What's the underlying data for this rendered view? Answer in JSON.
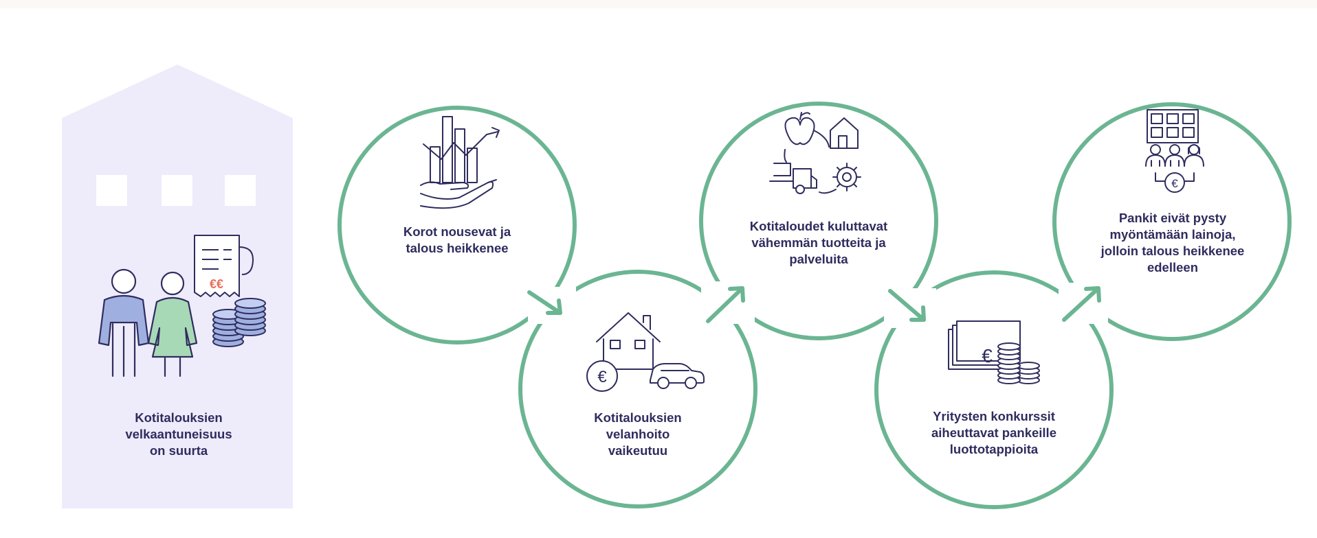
{
  "house": {
    "caption": "Kotitalouksien\nvelkaantuneisuus\non suurta",
    "receipt_symbol": "€€",
    "icons": [
      "house-shape",
      "people-icon",
      "receipt-icon",
      "coins-icon"
    ]
  },
  "steps": [
    {
      "caption": "Korot nousevat ja\ntalous heikkenee",
      "icon": "rising-chart-hand-icon"
    },
    {
      "caption": "Kotitalouksien\nvelanhoito\nvaikeutuu",
      "icon": "house-car-euro-icon",
      "symbol": "€"
    },
    {
      "caption": "Kotitaloudet kuluttavat\nvähemmän tuotteita ja\npalveluita",
      "icon": "consumption-cycle-icon"
    },
    {
      "caption": "Yritysten konkurssit\naiheuttavat pankeille\nluottotappioita",
      "icon": "banknotes-coins-icon",
      "symbol": "€"
    },
    {
      "caption": "Pankit eivät pysty\nmyöntämään lainoja,\njolloin talous heikkenee\nedelleen",
      "icon": "bank-people-euro-icon",
      "symbol": "€"
    }
  ],
  "colors": {
    "circle_stroke": "#6bb592",
    "house_fill": "#eeebfb",
    "window_fill": "#ffffff",
    "icon_stroke": "#2f2c5e",
    "person_left": "#9fb0e0",
    "person_right": "#a7d9b7",
    "coin_fill": "#9fb0e0",
    "text": "#2f2c5e"
  }
}
